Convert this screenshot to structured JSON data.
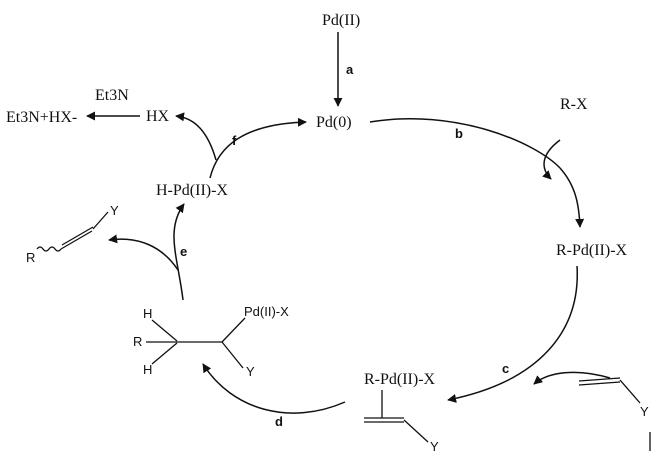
{
  "species": {
    "pd2": "Pd(II)",
    "pd0": "Pd(0)",
    "rx": "R-X",
    "r_pd_x": "R-Pd(II)-X",
    "complex": "R-Pd(II)-X",
    "alkyl_pd": "Pd(II)-X",
    "h_pd_x": "H-Pd(II)-X",
    "hx": "HX",
    "et3n": "Et3N",
    "salt": "Et3N+HX-"
  },
  "atoms": {
    "h_top": "H",
    "h_bottom": "H",
    "r_left": "R",
    "y_alkyl": "Y",
    "y_product": "Y",
    "r_product": "R",
    "y_alkene": "Y",
    "y_complex": "Y"
  },
  "steps": {
    "a": "a",
    "b": "b",
    "c": "c",
    "d": "d",
    "e": "e",
    "f": "f"
  }
}
